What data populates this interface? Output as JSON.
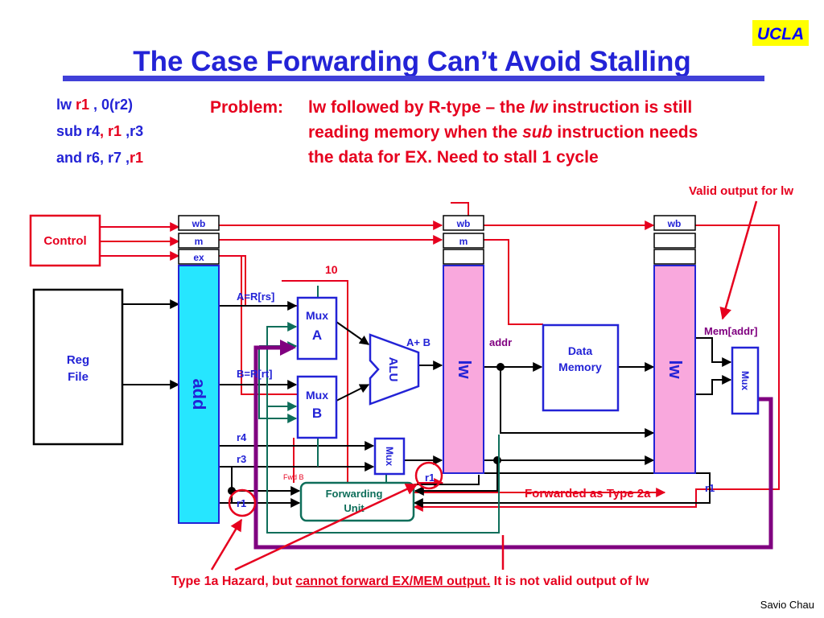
{
  "logo": {
    "text": "UCLA",
    "bg": "#ffff00",
    "fg": "#0000ff"
  },
  "title": "The Case Forwarding Can’t Avoid Stalling",
  "code": [
    [
      {
        "t": "lw ",
        "c": "blue"
      },
      {
        "t": "r1",
        "c": "red"
      },
      {
        "t": " , 0(r2)",
        "c": "blue"
      }
    ],
    [
      {
        "t": "sub r4",
        "c": "blue"
      },
      {
        "t": ", ",
        "c": "red"
      },
      {
        "t": "r1",
        "c": "red"
      },
      {
        "t": " ,r3",
        "c": "blue"
      }
    ],
    [
      {
        "t": "and r6, r7 ,",
        "c": "blue"
      },
      {
        "t": "r1",
        "c": "red"
      }
    ]
  ],
  "problem": {
    "label": "Problem:",
    "lines": [
      [
        {
          "t": "lw followed by R-type – the "
        },
        {
          "t": "lw",
          "i": true
        },
        {
          "t": " instruction is still"
        }
      ],
      [
        {
          "t": "reading memory when the "
        },
        {
          "t": "sub",
          "i": true
        },
        {
          "t": " instruction needs"
        }
      ],
      [
        {
          "t": "the data for EX.  Need to stall 1 cycle"
        }
      ]
    ]
  },
  "diagram": {
    "control": "Control",
    "reg_file": [
      "Reg",
      "File"
    ],
    "id_ex": {
      "fields": [
        "wb",
        "m",
        "ex"
      ],
      "stage_label": "add"
    },
    "ex_mem": {
      "fields": [
        "wb",
        "m"
      ],
      "stage_label": "lw"
    },
    "mem_wb": {
      "fields": [
        "wb"
      ],
      "stage_label": "lw"
    },
    "mux_a": [
      "Mux",
      "A"
    ],
    "mux_b": [
      "Mux",
      "B"
    ],
    "mux_dst": "Mux",
    "mux_wb": "Mux",
    "alu": "ALU",
    "data_memory": [
      "Data",
      "Memory"
    ],
    "forwarding_unit": [
      "Forwarding",
      "Unit"
    ],
    "labels": {
      "a_rs": "A=R[rs]",
      "b_rt": "B=R[rt]",
      "r4": "r4",
      "r3": "r3",
      "r1_id": "r1",
      "r1_ex": "r1",
      "r1_mem": "r1",
      "ten": "10",
      "a_plus_b": "A+ B",
      "addr": "addr",
      "mem_addr": "Mem[addr]",
      "fwd_b": "Fwd B",
      "valid_output": "Valid output for lw",
      "forwarded": "Forwarded as Type 2a"
    }
  },
  "footer": {
    "hazard_pre": "Type 1a Hazard, but ",
    "hazard_underlined": "cannot forward EX/MEM output.",
    "hazard_post": "  It is not valid output of lw",
    "author": "Savio Chau"
  },
  "colors": {
    "blue": "#2323d6",
    "red": "#e6001e",
    "pink": "#f9a8dd",
    "cyan": "#26e6ff",
    "teal": "#0e6e5a",
    "purple": "#800080",
    "title_bar": "#4040d8"
  }
}
